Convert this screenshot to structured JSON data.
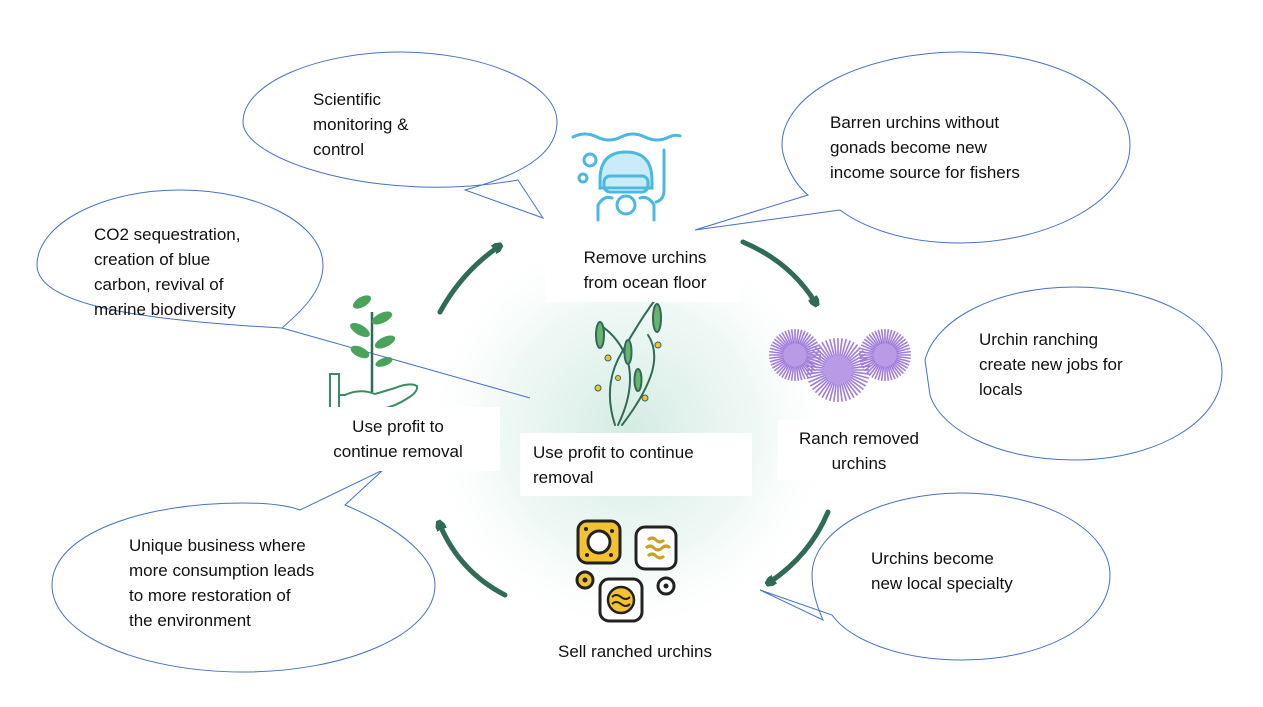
{
  "steps": {
    "remove": "Remove urchins\nfrom ocean floor",
    "ranch": "Ranch removed\nurchins",
    "sell": "Sell ranched urchins",
    "profit_left": "Use profit to\ncontinue removal",
    "profit_center": "Use profit to continue\nremoval"
  },
  "bubbles": {
    "monitoring": "Scientific\nmonitoring &\ncontrol",
    "barren": "Barren urchins without\ngonads become new\nincome source for fishers",
    "co2": "CO2 sequestration,\ncreation of blue\ncarbon, revival of\nmarine biodiversity",
    "ranching_jobs": "Urchin ranching\ncreate new jobs for\nlocals",
    "specialty": "Urchins become\nnew local specialty",
    "business": "Unique business where\nmore consumption leads\nto more restoration of\nthe environment"
  },
  "colors": {
    "arrow": "#2f6b55",
    "bubble_stroke": "#4472c4",
    "diver": "#4bb8e0",
    "urchin": "#a07cd8",
    "plant": "#4aa35a",
    "food_yellow": "#f2c230"
  },
  "icons": [
    "diver-icon",
    "seaweed-icon",
    "urchins-icon",
    "plant-hand-icon",
    "urchin-food-icon"
  ]
}
